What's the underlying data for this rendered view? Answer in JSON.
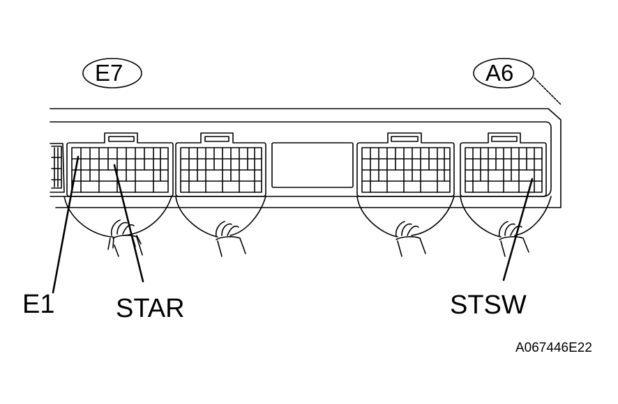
{
  "connectors": {
    "left_tag": "E7",
    "right_tag": "A6"
  },
  "terminals": {
    "e1": "E1",
    "star": "STAR",
    "stsw": "STSW"
  },
  "figure_code": "A067446E22"
}
